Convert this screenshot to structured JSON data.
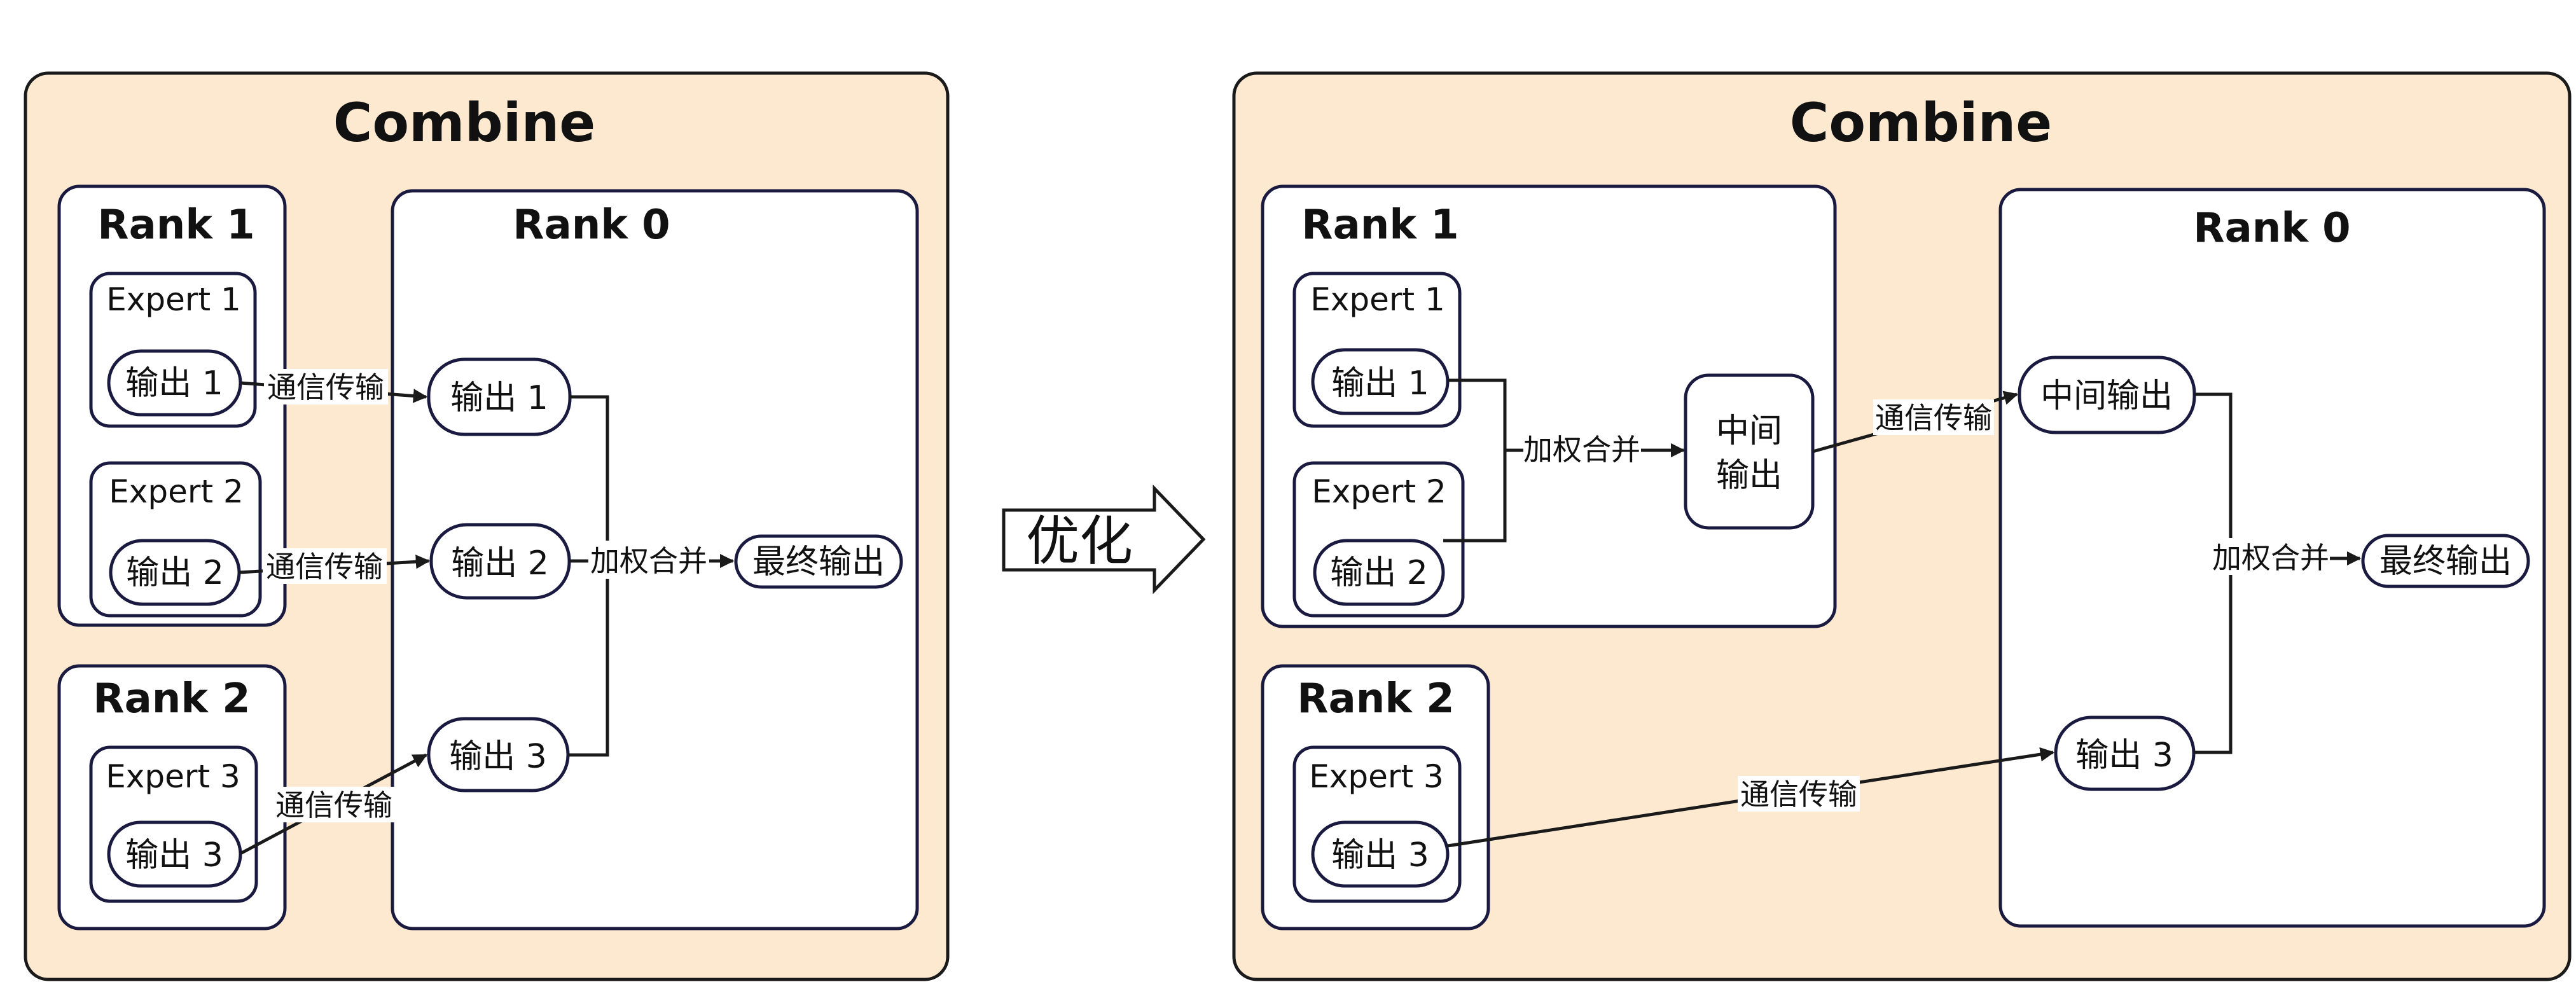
{
  "left": {
    "title": "Combine",
    "rank1": {
      "label": "Rank 1",
      "experts": [
        {
          "label": "Expert 1",
          "output": "输出 1"
        },
        {
          "label": "Expert 2",
          "output": "输出 2"
        }
      ]
    },
    "rank2": {
      "label": "Rank 2",
      "experts": [
        {
          "label": "Expert 3",
          "output": "输出 3"
        }
      ]
    },
    "rank0": {
      "label": "Rank 0",
      "outputs": [
        "输出 1",
        "输出 2",
        "输出 3"
      ],
      "final": "最终输出"
    },
    "edges": {
      "comm1": "通信传输",
      "comm2": "通信传输",
      "comm3": "通信传输",
      "merge": "加权合并"
    }
  },
  "arrow": {
    "label": "优化"
  },
  "right": {
    "title": "Combine",
    "rank1": {
      "label": "Rank 1",
      "experts": [
        {
          "label": "Expert 1",
          "output": "输出 1"
        },
        {
          "label": "Expert 2",
          "output": "输出 2"
        }
      ],
      "intermediate_line1": "中间",
      "intermediate_line2": "输出"
    },
    "rank2": {
      "label": "Rank 2",
      "experts": [
        {
          "label": "Expert 3",
          "output": "输出 3"
        }
      ]
    },
    "rank0": {
      "label": "Rank 0",
      "intermediate": "中间输出",
      "output3": "输出 3",
      "final": "最终输出"
    },
    "edges": {
      "merge_local": "加权合并",
      "comm_top": "通信传输",
      "comm_bottom": "通信传输",
      "merge": "加权合并"
    }
  }
}
